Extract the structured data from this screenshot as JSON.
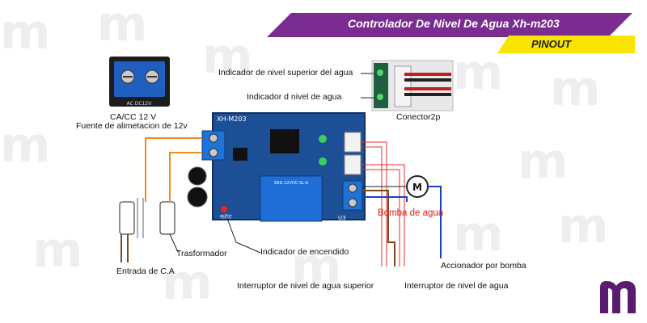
{
  "header": {
    "title": "Controlador De Nivel De Agua Xh-m203",
    "badge": "PINOUT",
    "colors": {
      "banner": "#7b2c91",
      "badge": "#f7e400"
    }
  },
  "terminal_inset": {
    "text": "AC DC12V"
  },
  "board": {
    "model": "XH-M203",
    "relay_text": "SRD-12VDC-SL-A",
    "power_led_label": "电源灯",
    "output_label": "U3"
  },
  "labels": {
    "supply_voltage": "CA/CC 12 V",
    "supply_source": "Fuente de alimetacion de 12v",
    "upper_indicator": "Indicador de nivel superior del agua",
    "level_indicator": "Indicador d nivel de agua",
    "connector": "Conector2p",
    "pump": "Bomba de agua",
    "transformer": "Trasformador",
    "power_indicator": "Indicador de encendido",
    "ac_input": "Entrada de C.A",
    "upper_switch": "Interruptor de nivel de agua superior",
    "level_switch": "Interruptor de nivel de agua",
    "pump_actuator": "Accionador por bomba"
  },
  "motor_symbol": "M",
  "logo": {
    "letter": "m",
    "color": "#5a1b6e"
  },
  "wire_colors": {
    "orange": "#f08a1c",
    "red": "#e03030",
    "brown": "#7a4a1c",
    "blue": "#1b3fc8"
  }
}
